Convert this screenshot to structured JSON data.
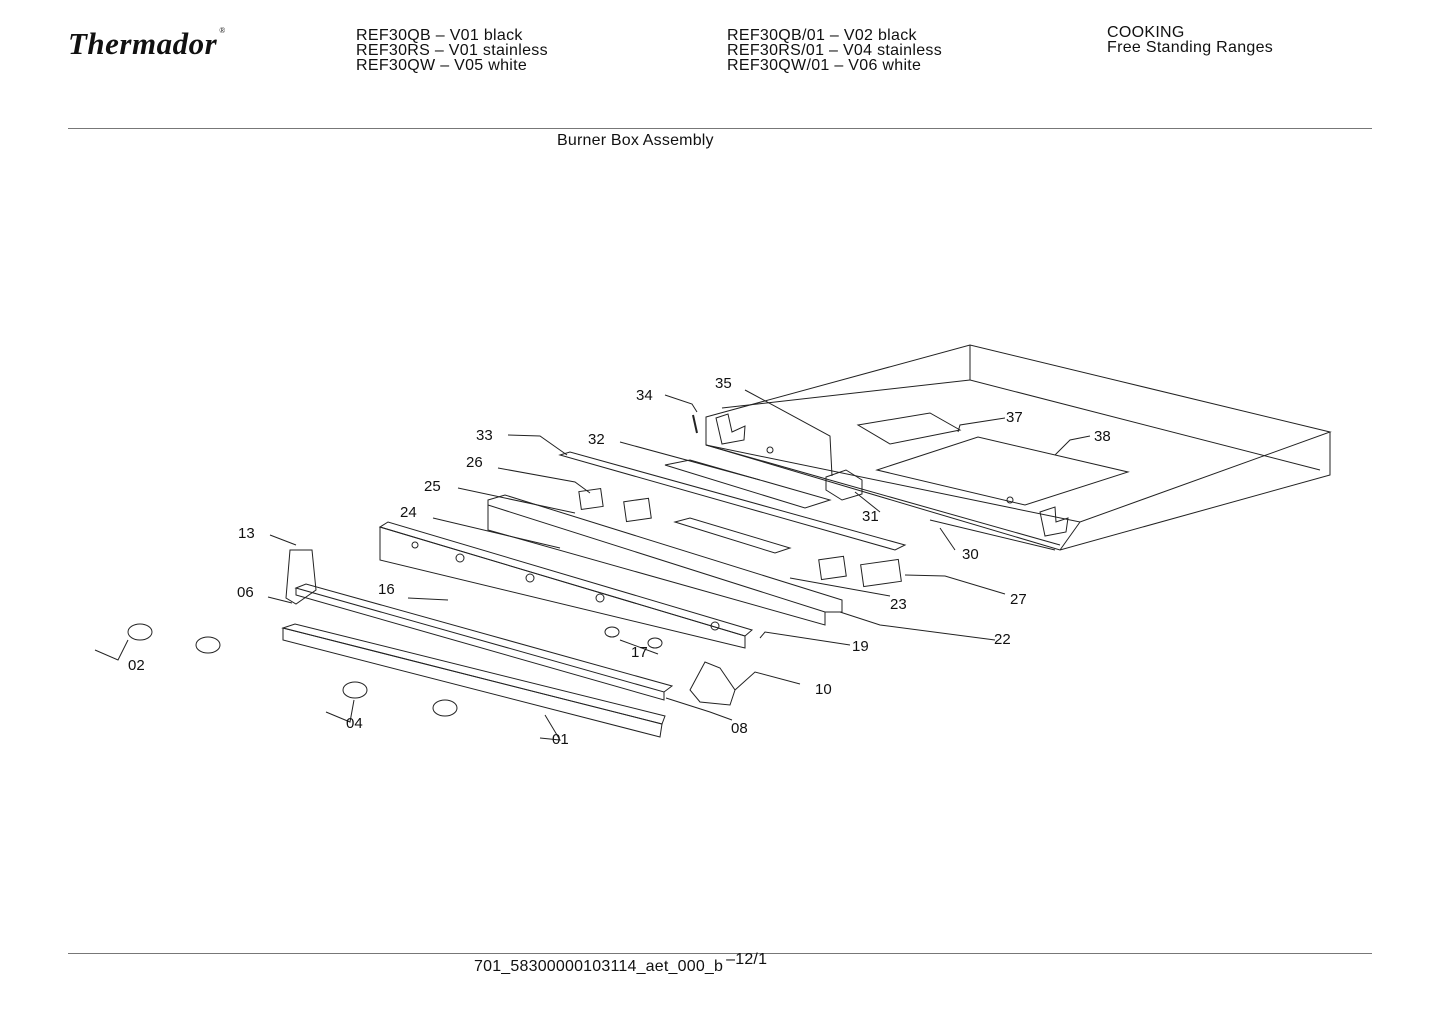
{
  "header": {
    "brand": "Thermador",
    "models_left": [
      "REF30QB – V01 black",
      "REF30RS – V01 stainless",
      "REF30QW – V05 white"
    ],
    "models_right": [
      "REF30QB/01 – V02 black",
      "REF30RS/01 – V04 stainless",
      "REF30QW/01 – V06 white"
    ],
    "category": [
      "COOKING",
      "Free Standing Ranges"
    ]
  },
  "diagram": {
    "title": "Burner Box Assembly",
    "callouts": {
      "c01": "01",
      "c02": "02",
      "c04": "04",
      "c06": "06",
      "c08": "08",
      "c10": "10",
      "c13": "13",
      "c16": "16",
      "c17": "17",
      "c19": "19",
      "c22": "22",
      "c23": "23",
      "c24": "24",
      "c25": "25",
      "c26": "26",
      "c27": "27",
      "c30": "30",
      "c31": "31",
      "c32": "32",
      "c33": "33",
      "c34": "34",
      "c35": "35",
      "c37": "37",
      "c38": "38"
    }
  },
  "footer": {
    "doc_code": "701_58300000103114_aet_000_b",
    "page": "–12/1"
  }
}
